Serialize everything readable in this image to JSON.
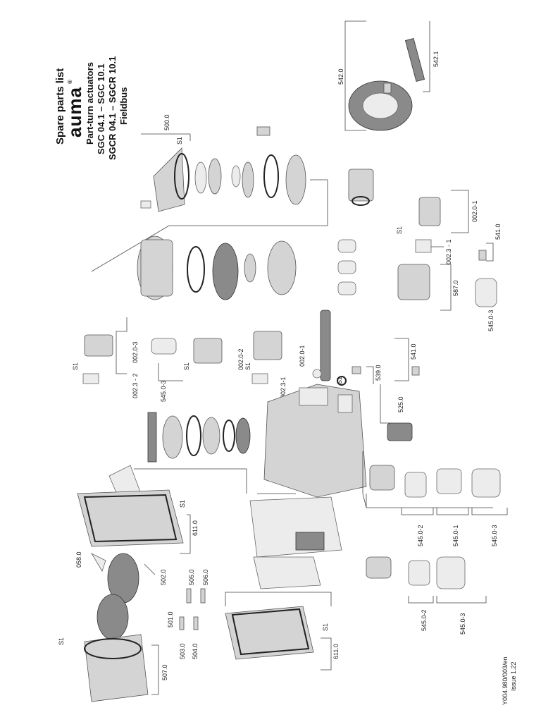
{
  "title": {
    "line1": "Spare parts list",
    "brand": "auma",
    "brand_mark": "®",
    "line3": "Part-turn actuators",
    "line4": "SGC 04.1 – SGC 10.1",
    "line5": "SGCR 04.1 – SGCR 10.1",
    "line6": "Fieldbus"
  },
  "doc": {
    "number": "Y004.980/003/en",
    "issue": "Issue 1.22"
  },
  "labels": {
    "p500": "500.0",
    "p542_0": "542.0",
    "p542_1": "542.1",
    "p002_0_1_top": "002.0-1",
    "p002_3_1_top": "002.3 - 1",
    "p541_top": "541.0",
    "p587": "587.0",
    "p545_3_top": "545.0-3",
    "p002_0_3": "002.0-3",
    "p002_3_2": "002.3 - 2",
    "p545_3_mid": "545.0-3",
    "p002_0_2": "002.0-2",
    "p002_0_1_mid": "002.0-1",
    "p002_3_1_mid": "002.3-1",
    "p541_mid": "541.0",
    "p539": "539.0",
    "p525": "525.0",
    "p058": "058.0",
    "p611_a": "611.0",
    "p611_b": "611.0",
    "p502": "502.0",
    "p505": "505.0",
    "p506": "506.0",
    "p501": "501.0",
    "p503": "503.0",
    "p504": "504.0",
    "p507": "507.0",
    "p545_2_a": "545.0-2",
    "p545_1": "545.0-1",
    "p545_3_b": "545.0-3",
    "p545_2_b": "545.0-2",
    "p545_3_c": "545.0-3",
    "s1": "S1",
    "four": "4"
  }
}
